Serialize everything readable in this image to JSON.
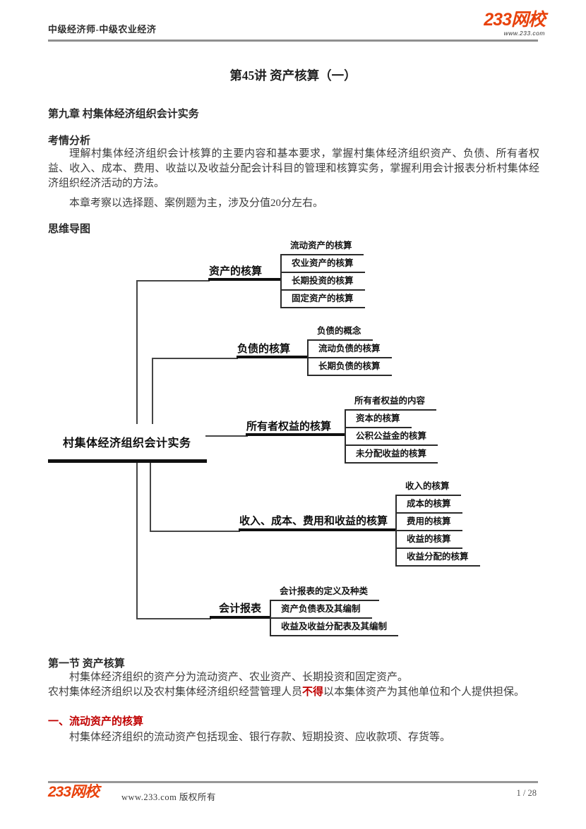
{
  "header": {
    "course": "中级经济师-中级农业经济",
    "logo_text": "233网校",
    "logo_url": "www.233.com"
  },
  "title": "第45讲 资产核算（一）",
  "chapter_heading": "第九章 村集体经济组织会计实务",
  "exam_analysis": {
    "heading": "考情分析",
    "p1": "理解村集体经济组织会计核算的主要内容和基本要求，掌握村集体经济组织资产、负债、所有者权益、收入、成本、费用、收益以及收益分配会计科目的管理和核算实务，掌握利用会计报表分析村集体经济组织经济活动的方法。",
    "p2": "本章考察以选择题、案例题为主，涉及分值20分左右。"
  },
  "mindmap": {
    "heading": "思维导图",
    "root": "村集体经济组织会计实务",
    "branches": [
      {
        "label": "资产的核算",
        "children": [
          "流动资产的核算",
          "农业资产的核算",
          "长期投资的核算",
          "固定资产的核算"
        ]
      },
      {
        "label": "负债的核算",
        "children": [
          "负债的概念",
          "流动负债的核算",
          "长期负债的核算"
        ]
      },
      {
        "label": "所有者权益的核算",
        "children": [
          "所有者权益的内容",
          "资本的核算",
          "公积公益金的核算",
          "未分配收益的核算"
        ]
      },
      {
        "label": "收入、成本、费用和收益的核算",
        "children": [
          "收入的核算",
          "成本的核算",
          "费用的核算",
          "收益的核算",
          "收益分配的核算"
        ]
      },
      {
        "label": "会计报表",
        "children": [
          "会计报表的定义及种类",
          "资产负债表及其编制",
          "收益及收益分配表及其编制"
        ]
      }
    ]
  },
  "section1": {
    "heading": "第一节 资产核算",
    "p1": "村集体经济组织的资产分为流动资产、农业资产、长期投资和固定资产。",
    "p2_prefix": "农村集体经济组织以及农村集体经济组织经营管理人员",
    "p2_highlight": "不得",
    "p2_suffix": "以本集体资产为其他单位和个人提供担保。",
    "sub_heading": "一、流动资产的核算",
    "p3": "村集体经济组织的流动资产包括现金、银行存款、短期投资、应收款项、存货等。"
  },
  "footer": {
    "logo_text": "233网校",
    "copyright": "www.233.com 版权所有",
    "page": "1 / 28"
  },
  "colors": {
    "accent_red": "#c00000",
    "logo_orange": "#e8420c",
    "line_dark": "#101010"
  }
}
